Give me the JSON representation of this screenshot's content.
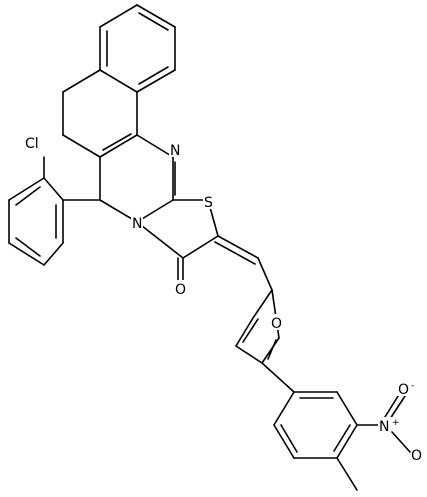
{
  "molecule": {
    "atoms": {
      "cl": "Cl",
      "n_ring": "N",
      "n_fused": "N",
      "s": "S",
      "o_carbonyl": "O",
      "o_furan": "O",
      "n_nitro": "N",
      "n_nitro_charge": "+",
      "o_nitro_top": "O",
      "o_nitro_top_charge": "-",
      "o_nitro_left": "O"
    },
    "colors": {
      "bond": "#000000",
      "background": "#ffffff"
    }
  }
}
